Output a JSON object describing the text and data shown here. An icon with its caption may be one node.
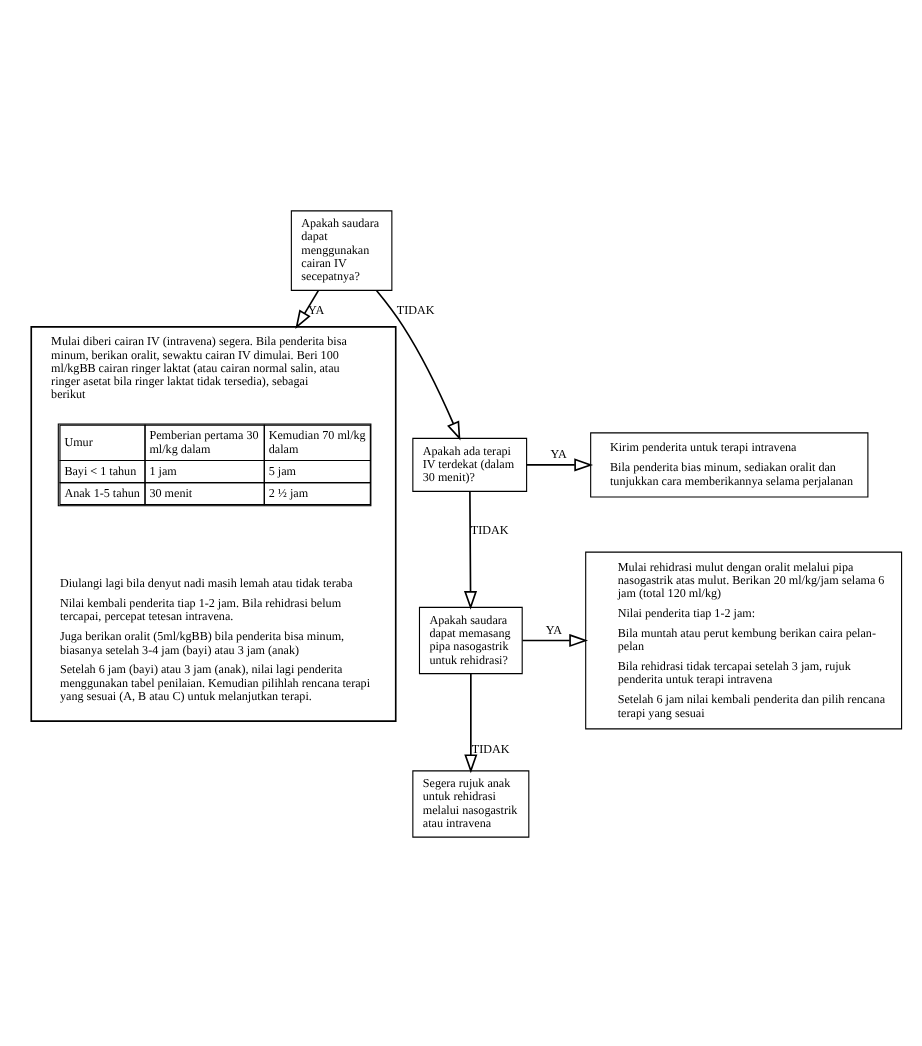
{
  "diagram": {
    "nodes": [
      {
        "text": [
          "Apakah saudara dapat menggunakan cairan IV secepatnya?"
        ]
      },
      {
        "text": [
          "Mulai diberi cairan IV (intravena) segera. Bila penderita bisa minum, berikan oralit, sewaktu cairan IV dimulai. Beri 100 ml/kgBB cairan ringer laktat (atau cairan normal salin, atau ringer asetat bila ringer laktat tidak tersedia), sebagai berikut",
          "Diulangi lagi bila denyut nadi masih lemah atau tidak teraba",
          "Nilai kembali penderita tiap 1-2 jam. Bila rehidrasi belum tercapai, percepat tetesan intravena.",
          "Juga berikan oralit (5ml/kgBB) bila penderita bisa minum, biasanya setelah 3-4 jam (bayi) atau 3 jam (anak)",
          "Setelah 6 jam (bayi) atau 3 jam (anak), nilai lagi penderita menggunakan tabel penilaian. Kemudian pilihlah rencana terapi yang sesuai (A, B atau C) untuk melanjutkan terapi."
        ]
      },
      {
        "text": [
          "Umur",
          "Pemberian pertama 30 ml/kg dalam",
          "Kemudian 70 ml/kg dalam",
          "Bayi < 1 tahun",
          "1 jam",
          "5 jam",
          "Anak 1-5 tahun",
          "30 menit",
          "2 ½ jam"
        ],
        "in": 1
      },
      {
        "text": [
          "Apakah ada terapi IV terdekat (dalam 30 menit)?"
        ]
      },
      {
        "text": [
          "Kirim penderita untuk terapi intravena",
          "Bila penderita bias minum, sediakan oralit dan tunjukkan cara memberikannya selama perjalanan"
        ]
      },
      {
        "text": [
          "Apakah saudara dapat memasang pipa nasogastrik untuk rehidrasi?"
        ]
      },
      {
        "text": [
          "Mulai rehidrasi mulut dengan oralit melalui pipa nasogastrik atas mulut. Berikan 20 ml/kg/jam selama 6 jam (total 120 ml/kg)",
          "Nilai penderita tiap 1-2 jam:",
          "Bila muntah atau perut kembung berikan caira pelan-pelan",
          "Bila rehidrasi tidak tercapai setelah 3 jam, rujuk penderita untuk terapi intravena",
          "Setelah 6 jam nilai kembali penderita dan pilih rencana terapi yang sesuai"
        ]
      },
      {
        "text": [
          "Segera rujuk anak untuk rehidrasi melalui nasogastrik atau intravena"
        ]
      }
    ],
    "edges": [
      {
        "from": 0,
        "to": 1,
        "arrow": "to",
        "label": "YA"
      },
      {
        "from": 0,
        "to": 3,
        "arrow": "to",
        "label": "TIDAK"
      },
      {
        "from": 3,
        "to": 4,
        "arrow": "to",
        "label": "YA"
      },
      {
        "from": 3,
        "to": 5,
        "arrow": "to",
        "label": "TIDAK"
      },
      {
        "from": 5,
        "to": 6,
        "arrow": "to",
        "label": "YA"
      },
      {
        "from": 5,
        "to": 7,
        "arrow": "to",
        "label": "TIDAK"
      }
    ]
  }
}
